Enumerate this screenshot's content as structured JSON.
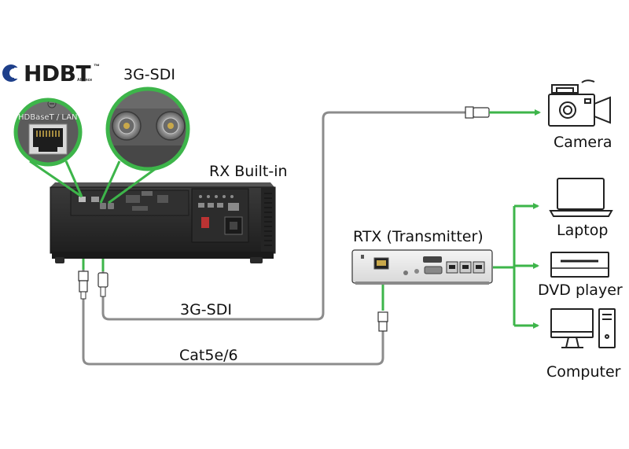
{
  "logo": {
    "text": "HDBT",
    "trademark": "™",
    "alliance": "Alliance"
  },
  "labels": {
    "sdi_top": "3G-SDI",
    "hdbaset_lan": "HDBaseT / LAN",
    "rx_builtin": "RX Built-in",
    "rtx": "RTX (Transmitter)",
    "sdi_cable": "3G-SDI",
    "cat_cable": "Cat5e/6"
  },
  "devices": [
    "Camera",
    "Laptop",
    "DVD player",
    "Computer"
  ],
  "colors": {
    "green": "#3db54a",
    "cable_gray": "#8c8c8c",
    "projector": "#2a2a2a"
  }
}
